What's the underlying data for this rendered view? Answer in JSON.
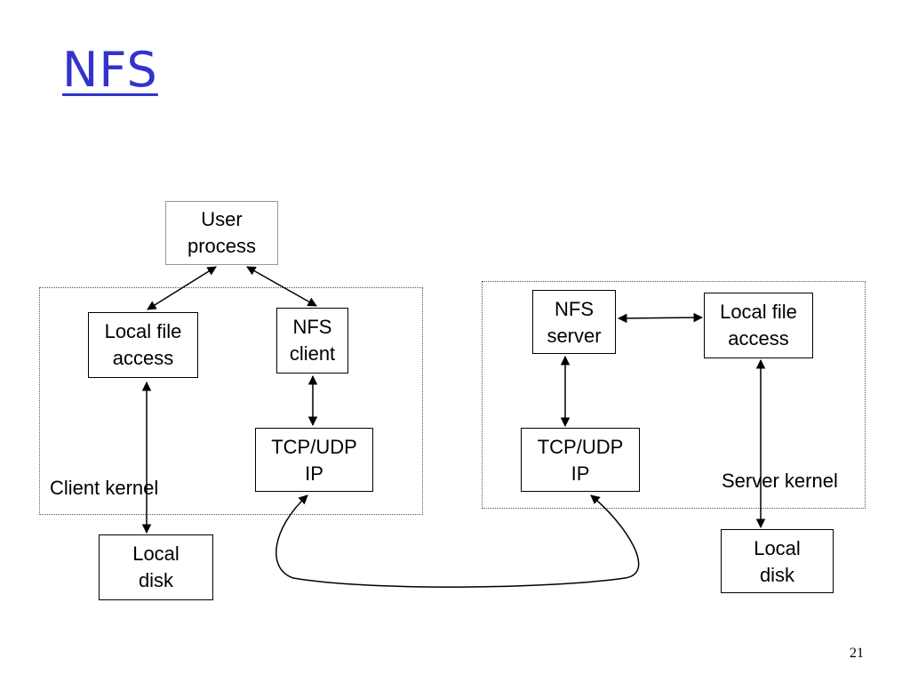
{
  "slide": {
    "title": "NFS",
    "page_number": "21"
  },
  "client": {
    "kernel_label": "Client kernel",
    "local_file_access": "Local file\naccess",
    "nfs_client": "NFS\nclient",
    "tcp_udp_ip": "TCP/UDP\nIP",
    "local_disk": "Local\ndisk"
  },
  "server": {
    "kernel_label": "Server kernel",
    "nfs_server": "NFS\nserver",
    "local_file_access": "Local file\naccess",
    "tcp_udp_ip": "TCP/UDP\nIP",
    "local_disk": "Local\ndisk"
  },
  "user_process": "User\nprocess"
}
